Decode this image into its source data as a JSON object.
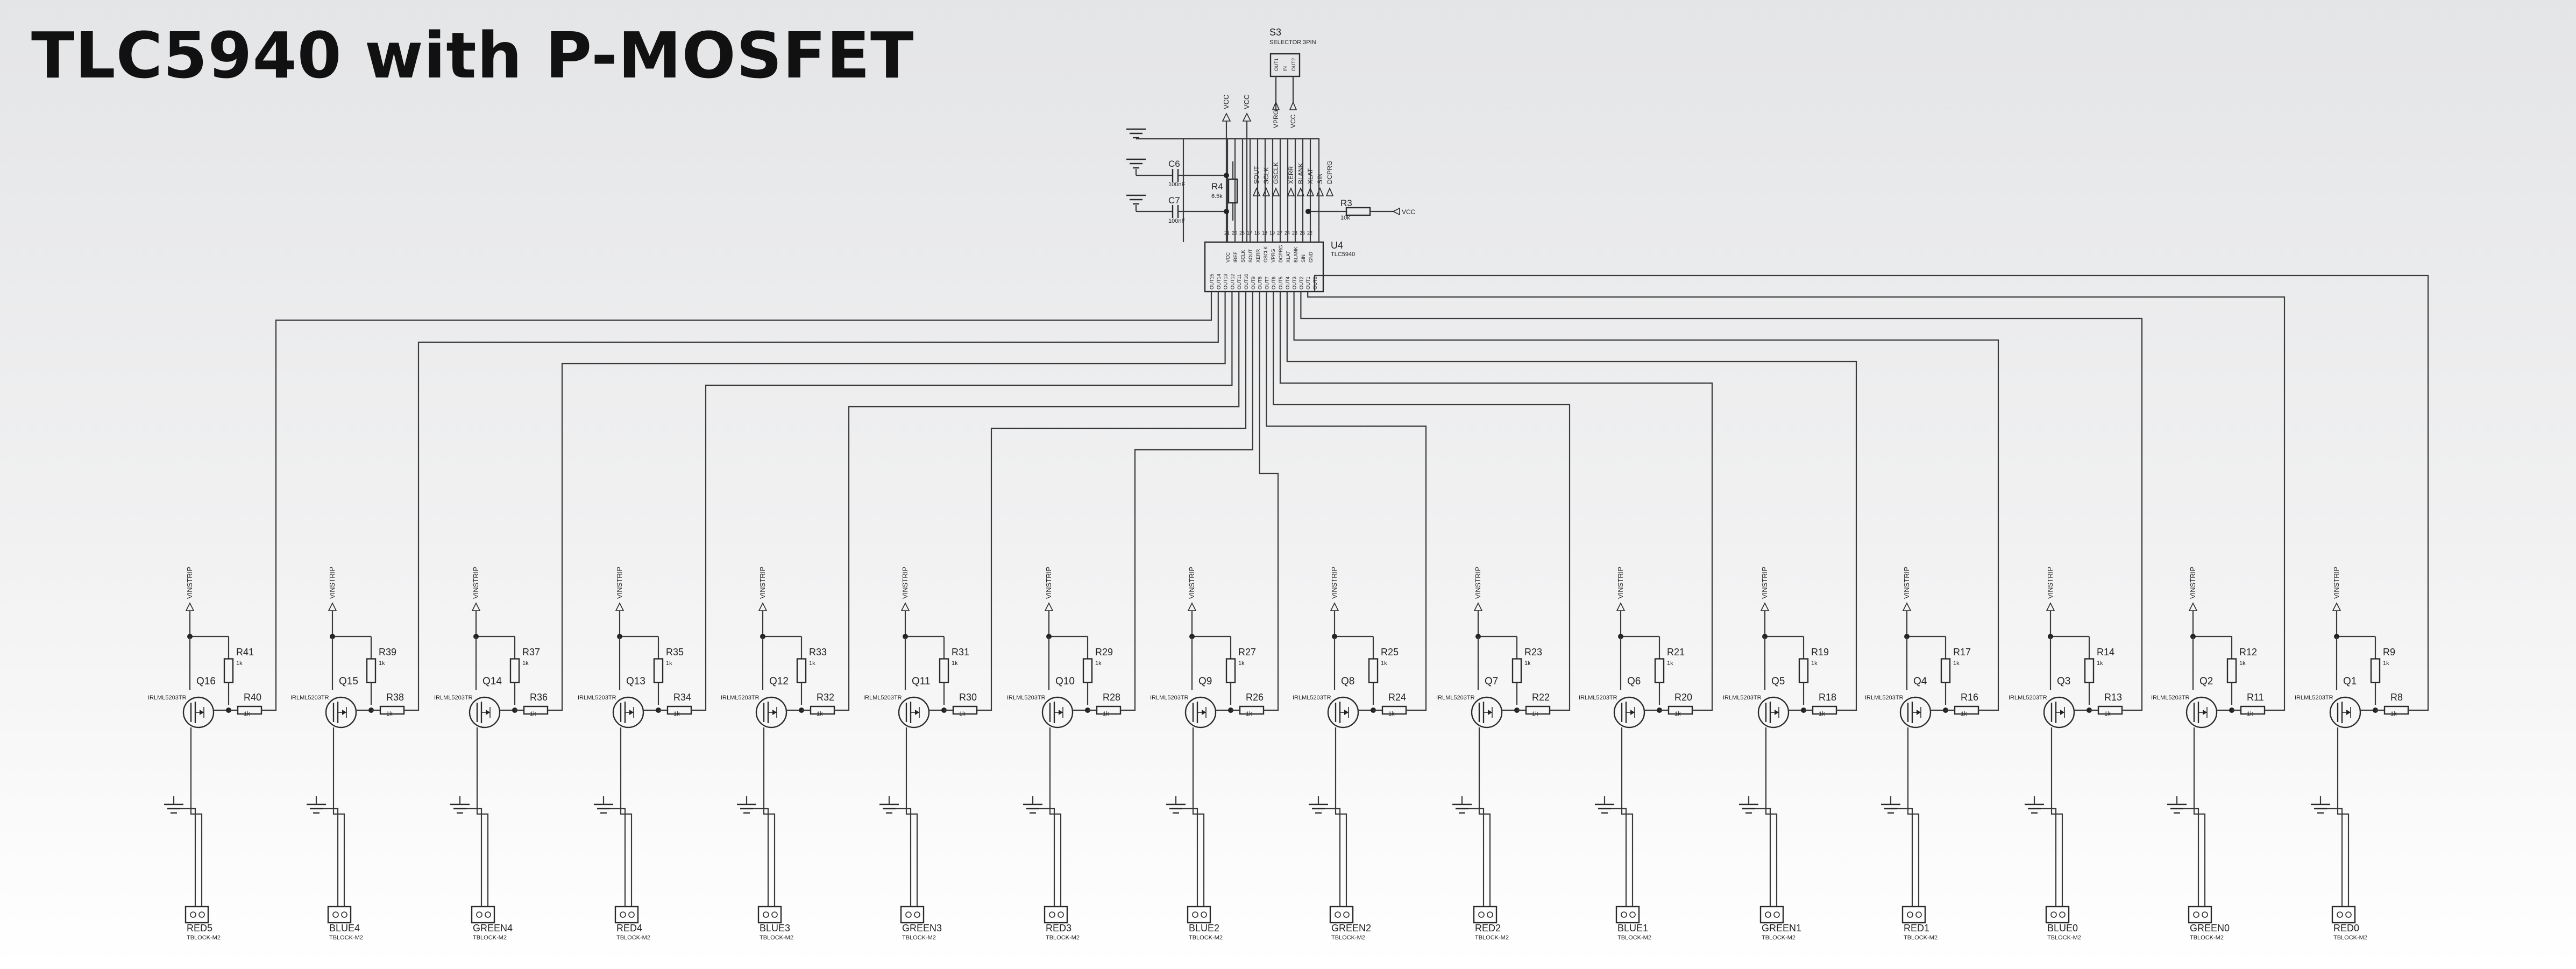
{
  "title": "TLC5940 with P-MOSFET",
  "colors": {
    "wire": "#3a3a3a",
    "text": "#222222",
    "title": "#111111"
  },
  "driver": {
    "ref": "U4",
    "part": "TLC5940",
    "top_pins": [
      "VCC",
      "IREF",
      "SCLK",
      "SOUT",
      "XERR",
      "GSCLK",
      "VPRG",
      "DCPRG",
      "XLAT",
      "BLANK",
      "SIN",
      "GND"
    ],
    "bottom_pins": [
      "OUT15",
      "OUT14",
      "OUT13",
      "OUT12",
      "OUT11",
      "OUT10",
      "OUT9",
      "OUT8",
      "OUT7",
      "OUT6",
      "OUT5",
      "OUT4",
      "OUT3",
      "OUT2",
      "OUT1",
      "OUT0"
    ],
    "pin_numbers_top": [
      "21",
      "20",
      "25",
      "17",
      "16",
      "18",
      "19",
      "27",
      "24",
      "23",
      "26",
      "22"
    ]
  },
  "selector": {
    "ref": "S3",
    "part": "SELECTOR 3PIN",
    "pins": [
      "OUT1",
      "IN",
      "OUT2"
    ],
    "nets": [
      "VPRG",
      "VCC"
    ]
  },
  "top_nets": [
    {
      "label": "VCC"
    },
    {
      "label": "VCC"
    },
    {
      "label": "SOUT"
    },
    {
      "label": "SCLK"
    },
    {
      "label": "GSCLK"
    },
    {
      "label": "XERR"
    },
    {
      "label": "BLANK"
    },
    {
      "label": "XLAT"
    },
    {
      "label": "SIN"
    },
    {
      "label": "DCPRG"
    }
  ],
  "passives": [
    {
      "ref": "C6",
      "value": "100nF"
    },
    {
      "ref": "C7",
      "value": "100nF"
    },
    {
      "ref": "R4",
      "value": "6.5k"
    },
    {
      "ref": "R3",
      "value": "10k"
    }
  ],
  "r3_net": "VCC",
  "supply_net": "VINSTRIP",
  "mosfet_part": "IRLML5203TR",
  "terminal_part": "TBLOCK-M2",
  "channels": [
    {
      "q": "Q16",
      "rg": "R40",
      "rp": "R41",
      "rg_val": "1k",
      "rp_val": "1k",
      "name": "RED5"
    },
    {
      "q": "Q15",
      "rg": "R38",
      "rp": "R39",
      "rg_val": "1k",
      "rp_val": "1k",
      "name": "BLUE4"
    },
    {
      "q": "Q14",
      "rg": "R36",
      "rp": "R37",
      "rg_val": "1k",
      "rp_val": "1k",
      "name": "GREEN4"
    },
    {
      "q": "Q13",
      "rg": "R34",
      "rp": "R35",
      "rg_val": "1k",
      "rp_val": "1k",
      "name": "RED4"
    },
    {
      "q": "Q12",
      "rg": "R32",
      "rp": "R33",
      "rg_val": "1k",
      "rp_val": "1k",
      "name": "BLUE3"
    },
    {
      "q": "Q11",
      "rg": "R30",
      "rp": "R31",
      "rg_val": "1k",
      "rp_val": "1k",
      "name": "GREEN3"
    },
    {
      "q": "Q10",
      "rg": "R28",
      "rp": "R29",
      "rg_val": "1k",
      "rp_val": "1k",
      "name": "RED3"
    },
    {
      "q": "Q9",
      "rg": "R26",
      "rp": "R27",
      "rg_val": "1k",
      "rp_val": "1k",
      "name": "BLUE2"
    },
    {
      "q": "Q8",
      "rg": "R24",
      "rp": "R25",
      "rg_val": "1k",
      "rp_val": "1k",
      "name": "GREEN2"
    },
    {
      "q": "Q7",
      "rg": "R22",
      "rp": "R23",
      "rg_val": "1k",
      "rp_val": "1k",
      "name": "RED2"
    },
    {
      "q": "Q6",
      "rg": "R20",
      "rp": "R21",
      "rg_val": "1k",
      "rp_val": "1k",
      "name": "BLUE1"
    },
    {
      "q": "Q5",
      "rg": "R18",
      "rp": "R19",
      "rg_val": "1k",
      "rp_val": "1k",
      "name": "GREEN1"
    },
    {
      "q": "Q4",
      "rg": "R16",
      "rp": "R17",
      "rg_val": "1k",
      "rp_val": "1k",
      "name": "RED1"
    },
    {
      "q": "Q3",
      "rg": "R13",
      "rp": "R14",
      "rg_val": "1k",
      "rp_val": "1k",
      "name": "BLUE0"
    },
    {
      "q": "Q2",
      "rg": "R11",
      "rp": "R12",
      "rg_val": "1k",
      "rp_val": "1k",
      "name": "GREEN0"
    },
    {
      "q": "Q1",
      "rg": "R8",
      "rp": "R9",
      "rg_val": "1k",
      "rp_val": "1k",
      "name": "RED0"
    }
  ]
}
